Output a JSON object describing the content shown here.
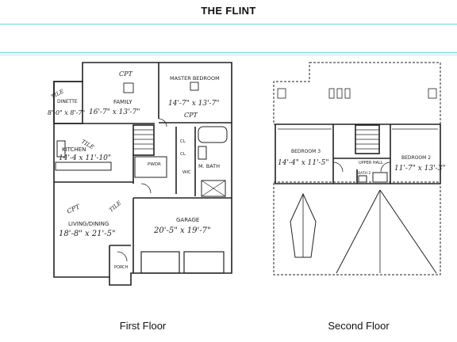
{
  "title": "THE FLINT",
  "first_floor": {
    "caption": "First Floor",
    "rooms": {
      "family": "FAMILY",
      "family_dim": "16'-7\" x 13'-7\"",
      "master": "MASTER BEDROOM",
      "master_dim": "14'-7\" x 13'-7\"",
      "dinette": "DINETTE",
      "dinette_dim": "8'-0\" x 8'-7\"",
      "kitchen": "KITCHEN",
      "kitchen_dim": "14'-4 x 11'-10\"",
      "living": "LIVING/DINING",
      "living_dim": "18'-8\" x 21'-5\"",
      "garage": "GARAGE",
      "garage_dim": "20'-5\" x 19'-7\"",
      "bath": "M. BATH",
      "powder": "PWDR",
      "wic": "WIC",
      "porch": "PORCH"
    },
    "notes": {
      "cpt1": "CPT",
      "cpt2": "CPT",
      "cpt3": "CPT",
      "tile1": "TILE",
      "tile2": "TILE",
      "tile3": "TILE",
      "cl1": "CL",
      "cl2": "CL"
    }
  },
  "second_floor": {
    "caption": "Second Floor",
    "rooms": {
      "bedroom3": "BEDROOM 3",
      "bedroom3_dim": "14'-4\" x 11'-5\"",
      "bedroom2": "BEDROOM 2",
      "bedroom2_dim": "11'-7\" x 13'-3\"",
      "hall": "UPPER HALL",
      "bath": "BATH 2"
    }
  }
}
